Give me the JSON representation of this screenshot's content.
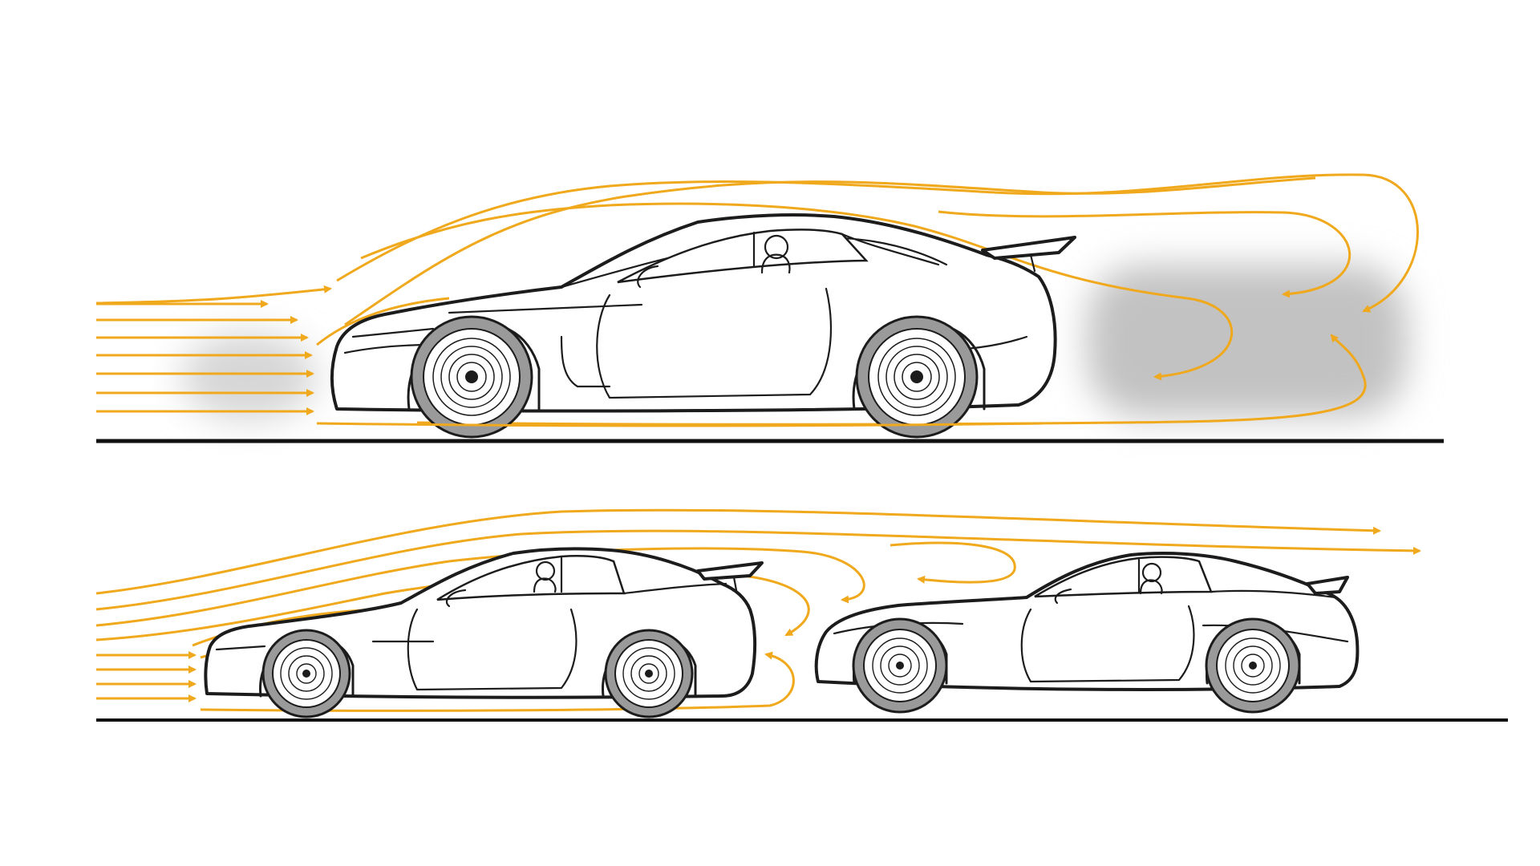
{
  "colors": {
    "background": "#ffffff",
    "airflow": "#f0a81c",
    "outline": "#1c1c1c",
    "wake": "#c8c8c8",
    "tire": "#9a9a9a",
    "ground": "#111111"
  },
  "panels": [
    {
      "id": "single-car",
      "cars": 1,
      "wake_region": true,
      "wing": true
    },
    {
      "id": "two-cars-drafting",
      "cars": 2,
      "wake_region": false,
      "wing": true
    }
  ],
  "icons": [
    "airflow-arrow",
    "car-side-view",
    "driver-figure",
    "wheel"
  ]
}
